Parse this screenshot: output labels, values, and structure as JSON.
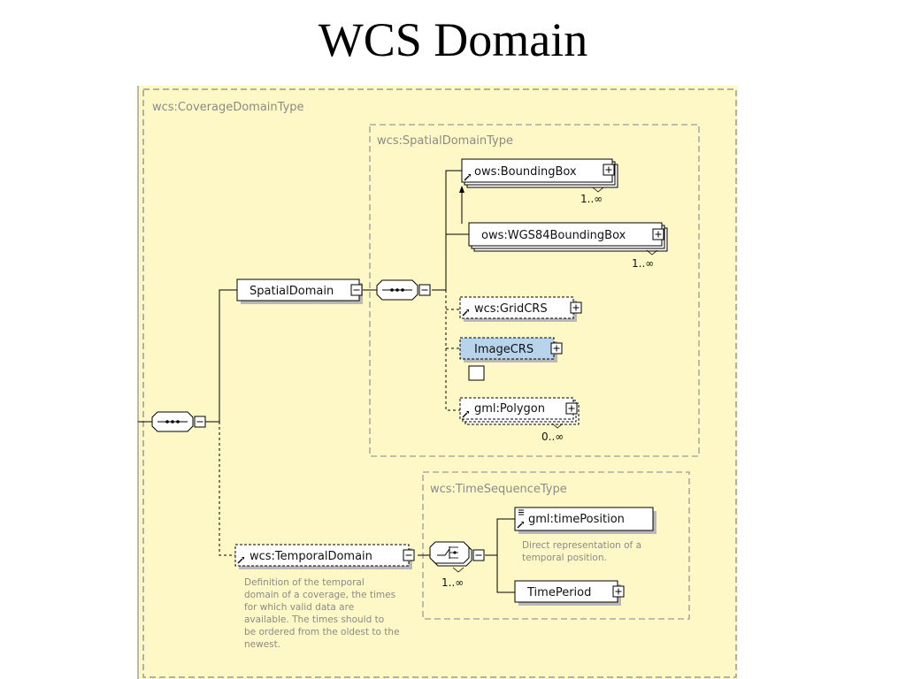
{
  "slide": {
    "title": "WCS Domain"
  },
  "diagram": {
    "outer_type": "wcs:CoverageDomainType",
    "spatial_type": "wcs:SpatialDomainType",
    "time_type": "wcs:TimeSequenceType",
    "elements": {
      "spatial_domain": "SpatialDomain",
      "bounding_box": "ows:BoundingBox",
      "wgs84_bounding_box": "ows:WGS84BoundingBox",
      "grid_crs": "wcs:GridCRS",
      "image_crs": "ImageCRS",
      "gml_polygon": "gml:Polygon",
      "temporal_domain": "wcs:TemporalDomain",
      "time_position": "gml:timePosition",
      "time_period": "TimePeriod"
    },
    "cardinalities": {
      "bounding_box": "1..∞",
      "wgs84_bounding_box": "1..∞",
      "gml_polygon": "0..∞",
      "time_choice": "1..∞"
    },
    "docs": {
      "temporal_domain": [
        "Definition of the temporal",
        "domain of a coverage, the times",
        "for which valid data are",
        "available. The times should to",
        "be ordered from the oldest to the",
        "newest."
      ],
      "time_position": [
        "Direct representation of a",
        "temporal position."
      ]
    },
    "colors": {
      "background": "#fdf8c5",
      "highlight": "#b8d4ec",
      "border_dashed": "#9a9a9a"
    }
  }
}
